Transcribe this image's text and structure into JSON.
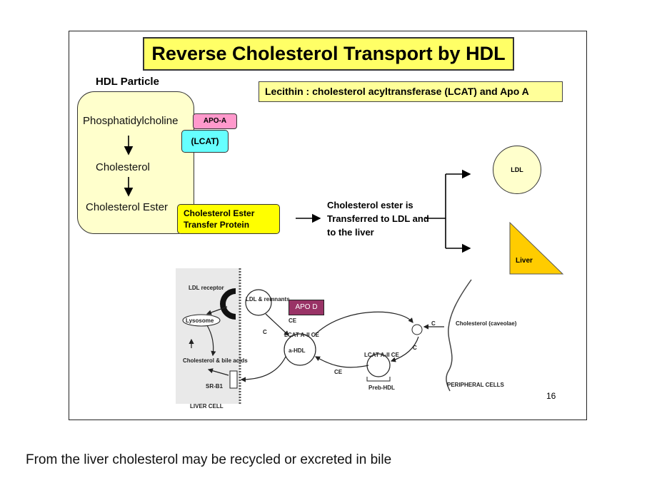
{
  "title": "Reverse Cholesterol Transport by HDL",
  "hdl_particle": {
    "heading": "HDL Particle",
    "steps": [
      "Phosphatidylcholine",
      "Cholesterol",
      "Cholesterol Ester"
    ]
  },
  "tags": {
    "apo_a": "APO-A",
    "lcat": "(LCAT)",
    "cetp": "Cholesterol Ester Transfer Protein",
    "apo_d": "APO D"
  },
  "lcat_note": "Lecithin : cholesterol acyltransferase (LCAT) and Apo A",
  "transfer_text": "Cholesterol ester is Transferred to LDL and to the liver",
  "targets": {
    "ldl": "LDL",
    "liver": "Liver"
  },
  "detail_diagram": {
    "ldl_receptor": "LDL receptor",
    "ldl_remnants": "LDL & remnants",
    "lysosome": "Lysosome",
    "chol_bile": "Cholesterol & bile acids",
    "sr_b1": "SR-B1",
    "liver_cell": "LIVER CELL",
    "a_hdl": "a-HDL",
    "preb_hdl": "Preb-HDL",
    "ce": "CE",
    "c": "C",
    "lcat_aii_ce": "LCAT A-II CE",
    "cholesterol_caveolae": "Cholesterol (caveolae)",
    "peripheral_cells": "PERIPHERAL CELLS"
  },
  "page_number": "16",
  "caption": "From the liver cholesterol may be recycled or excreted in bile",
  "colors": {
    "title_bg": "#ffff66",
    "panel_bg": "#ffffcc",
    "apo_a": "#ff99cc",
    "lcat": "#66ffff",
    "cetp": "#ffff00",
    "liver": "#ffcc00",
    "apo_d": "#993366"
  }
}
